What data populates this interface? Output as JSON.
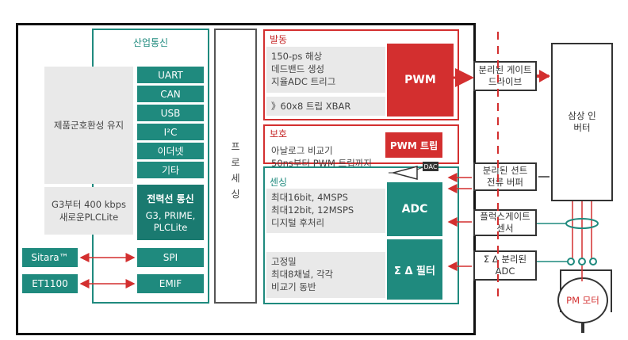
{
  "comm": {
    "title": "산업통신",
    "uart": "UART",
    "can": "CAN",
    "usb": "USB",
    "i2c": "I²C",
    "ethernet": "이더넷",
    "other": "기타",
    "power_title": "전력선 통신",
    "power_sub": "G3, PRIME, PLCLite",
    "spi": "SPI",
    "emif": "EMIF"
  },
  "left": {
    "compat": "제품군호환성 유지",
    "g3": "G3부터 400 kbps 새로운PLCLite",
    "sitara": "Sitara™",
    "et1100": "ET1100"
  },
  "processing": "프로세싱",
  "actuation": {
    "title": "발동",
    "lines": [
      "150-ps 해상",
      "데드밴드 생성",
      "지율ADC 트리그"
    ],
    "xbar": "》60x8 트립 XBAR",
    "pwm": "PWM"
  },
  "protection": {
    "title": "보호",
    "lines": [
      "아날로그 비교기",
      "50ns부터 PWM 트립까지"
    ],
    "pwm_trip": "PWM 트립",
    "dac": "DAC"
  },
  "sensing": {
    "title": "센싱",
    "lines": [
      "최대16bit, 4MSPS",
      "최대12bit, 12MSPS",
      "디지털 후처리"
    ],
    "adc": "ADC",
    "filter_lines": [
      "고정밀",
      "최대8채널, 각각",
      "비교기 동반"
    ],
    "filter": "Σ Δ 필터"
  },
  "right": {
    "gate_drive": "분리된 게이트 드라이브",
    "inverter": "삼상 인버터",
    "shunt": "분리된 션트 전류 버퍼",
    "fluxgate": "플럭스게이트 센서",
    "sd_adc": "Σ Δ 분리된 ADC",
    "motor": "PM 모터"
  },
  "colors": {
    "teal": "#1f8a7e",
    "red": "#d32f2f",
    "gray": "#e9e9e9"
  }
}
